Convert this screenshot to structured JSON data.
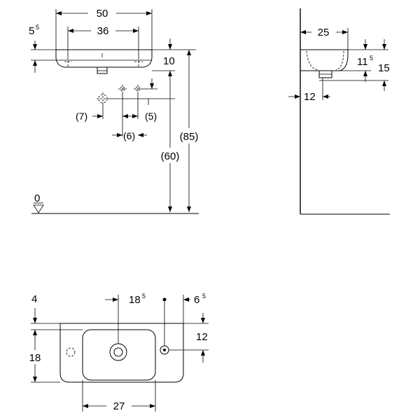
{
  "front_view": {
    "overall_width": "50",
    "tap_spacing": "36",
    "rim_offset_main": "5",
    "rim_offset_sup": "5",
    "rim_height": "10",
    "waste_height": "(60)",
    "rim_floor_height": "(85)",
    "supply_offset_left": "(7)",
    "supply_offset_mid": "(6)",
    "supply_offset_right": "(5)",
    "floor_level": "0"
  },
  "side_view": {
    "projection": "25",
    "bowl_depth_main": "11",
    "bowl_depth_sup": "5",
    "overall_height": "15",
    "waste_from_wall": "12"
  },
  "plan_view": {
    "wall_offset": "4",
    "waste_position_main": "18",
    "waste_position_sup": "5",
    "tap_position_main": "6",
    "tap_position_sup": "5",
    "depth": "18",
    "tap_depth": "12",
    "bowl_width": "27"
  }
}
